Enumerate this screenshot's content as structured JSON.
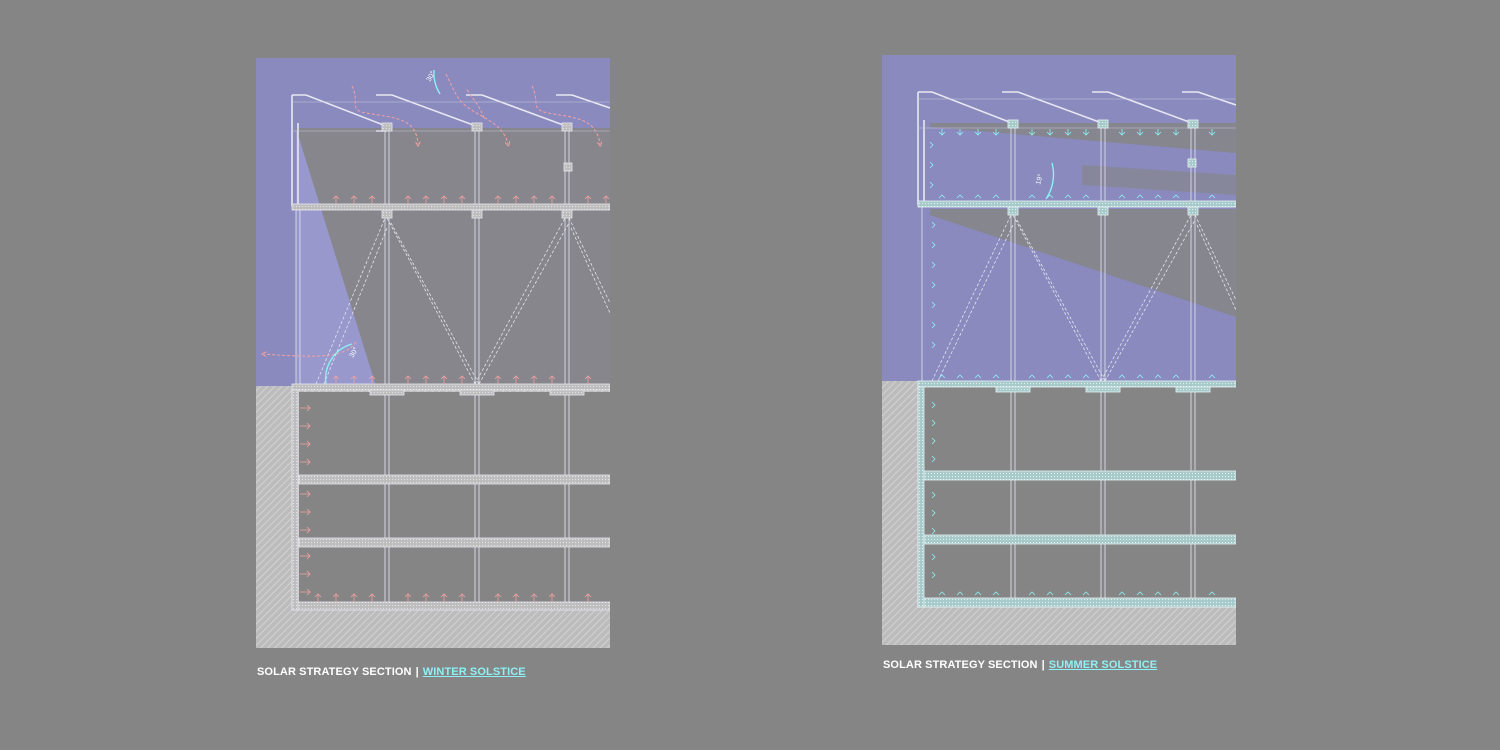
{
  "captions": {
    "winter": {
      "prefix": "SOLAR STRATEGY SECTION",
      "separator": "|",
      "season": "WINTER SOLSTICE"
    },
    "summer": {
      "prefix": "SOLAR STRATEGY SECTION",
      "separator": "|",
      "season": "SUMMER SOLSTICE"
    }
  },
  "sun_angles": {
    "winter": {
      "sun_angle_label": "30°"
    },
    "summer": {
      "sun_angle_label": "19°"
    }
  },
  "colors": {
    "background": "#858585",
    "sky_band": "#8a8abf",
    "ground_hatch": "#c2c2c2",
    "structure_line": "#e8e8f2",
    "warm_airflow": "#f4a2a2",
    "cool_airflow": "#8ef0f4",
    "caption_text": "#ffffff",
    "caption_highlight": "#8ef0f4"
  }
}
